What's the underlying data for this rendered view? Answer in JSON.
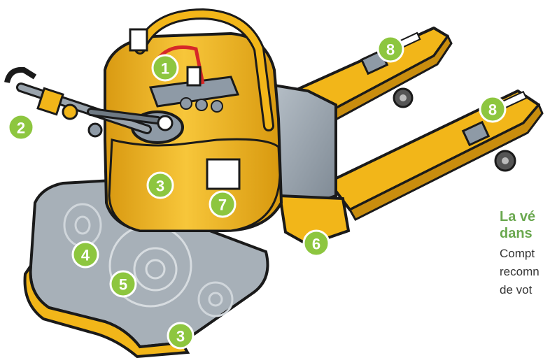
{
  "diagram": {
    "callouts": [
      {
        "id": "c1",
        "label": "1"
      },
      {
        "id": "c2",
        "label": "2"
      },
      {
        "id": "c3a",
        "label": "3"
      },
      {
        "id": "c3b",
        "label": "3"
      },
      {
        "id": "c4",
        "label": "4"
      },
      {
        "id": "c5",
        "label": "5"
      },
      {
        "id": "c6",
        "label": "6"
      },
      {
        "id": "c7",
        "label": "7"
      },
      {
        "id": "c8a",
        "label": "8"
      },
      {
        "id": "c8b",
        "label": "8"
      }
    ],
    "colors": {
      "body_yellow": "#f2b619",
      "body_shadow": "#c98d0e",
      "gray_panel": "#8e9aa6",
      "outline": "#1a1a1a",
      "badge_green": "#8dc63f",
      "title_green": "#6aa84f"
    }
  },
  "side_text": {
    "title_lines": [
      "La vé",
      "dans"
    ],
    "body_lines": [
      "Compt",
      "recomn",
      "de vot"
    ]
  }
}
